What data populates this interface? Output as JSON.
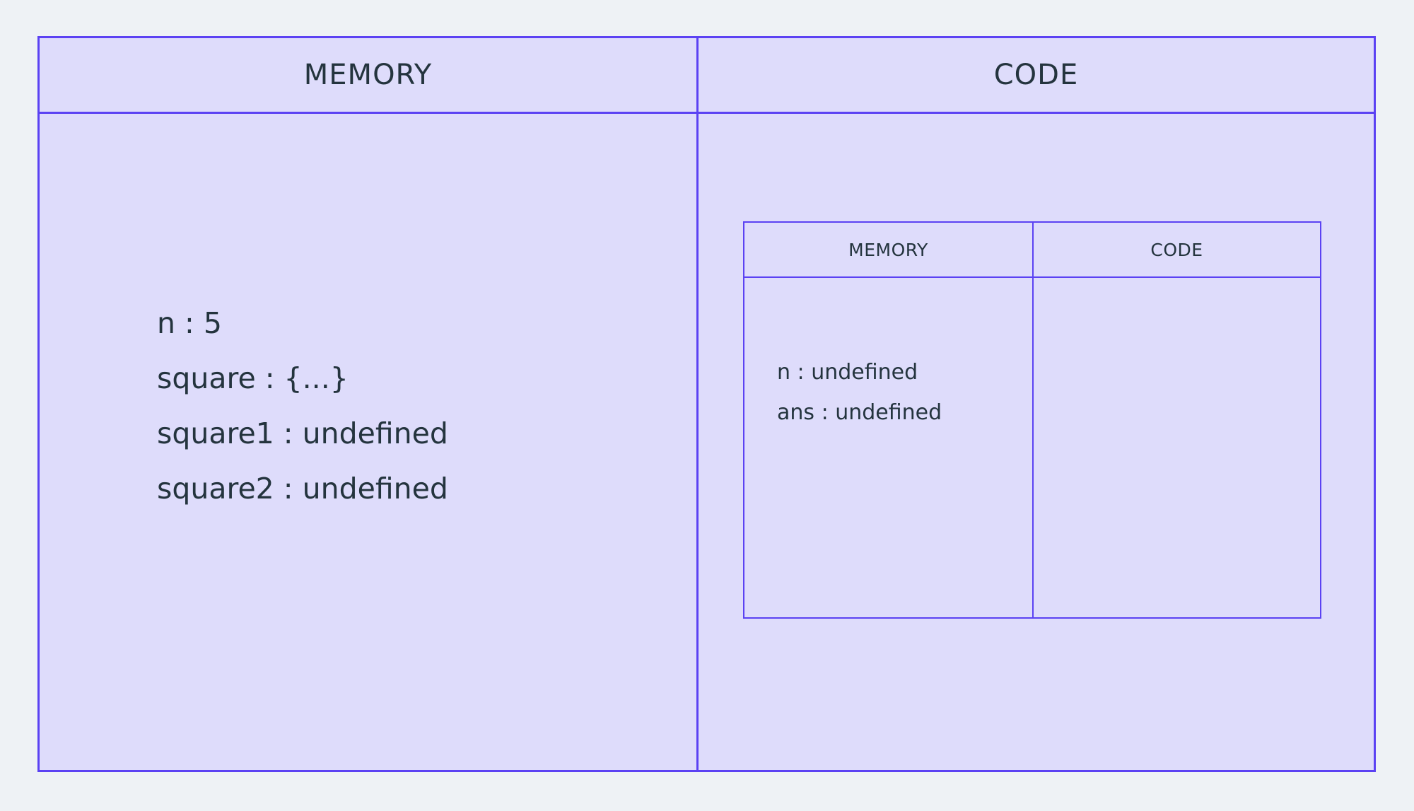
{
  "canvas": {
    "background_color": "#eef2f5",
    "border_color": "#5b42f3",
    "panel_fill_color": "#dedcfb",
    "text_color": "#24343e"
  },
  "outer_panel": {
    "headers": {
      "memory": "MEMORY",
      "code": "CODE"
    },
    "memory_entries": [
      "n : 5",
      "square : {...}",
      "square1 : undefined",
      "square2 : undefined"
    ],
    "code_entries": []
  },
  "inner_panel": {
    "headers": {
      "memory": "MEMORY",
      "code": "CODE"
    },
    "memory_entries": [
      "n : undefined",
      "ans : undefined"
    ],
    "code_entries": []
  }
}
